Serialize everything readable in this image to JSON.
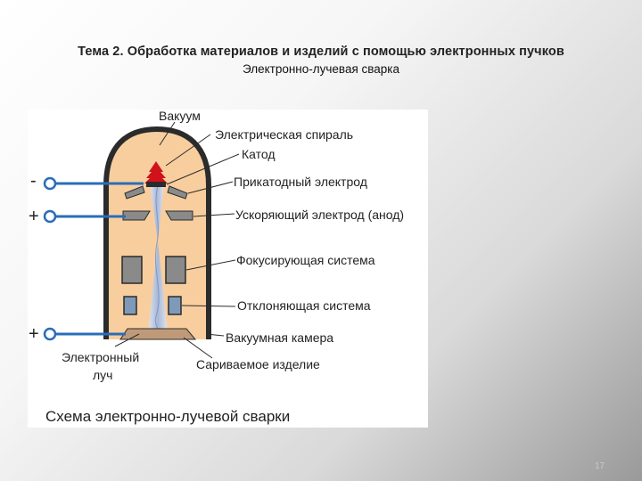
{
  "slide": {
    "title": "Тема 2. Обработка материалов и изделий с помощью электронных пучков",
    "subtitle": "Электронно-лучевая сварка",
    "page_number": "17"
  },
  "figure": {
    "caption": "Схема электронно-лучевой сварки",
    "labels": {
      "vacuum": "Вакуум",
      "spiral": "Электрическая  спираль",
      "cathode": "Катод",
      "near_cathode": "Прикатодный электрод",
      "anode": "Ускоряющий электрод (анод)",
      "focusing": "Фокусирующая система",
      "deflecting": "Отклоняющая система",
      "chamber": "Вакуумная камера",
      "workpiece": "Сариваемое изделие",
      "beam_line1": "Электронный",
      "beam_line2": "луч"
    },
    "terminals": [
      "-",
      "+",
      "+"
    ],
    "colors": {
      "chamber_fill": "#f8ce9f",
      "chamber_outline": "#2b2b2b",
      "wire": "#2a6db8",
      "spiral": "#d0121b",
      "electrode": "#8a8a8a",
      "coil": "#7f9ab8",
      "workpiece": "#c09a78",
      "beam": "#aabfe3"
    }
  }
}
